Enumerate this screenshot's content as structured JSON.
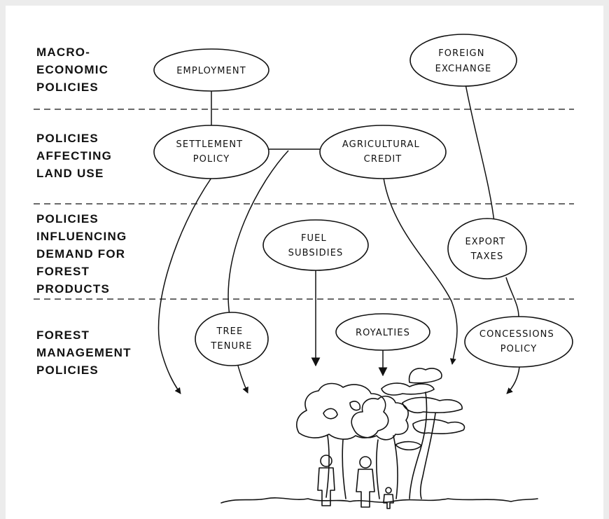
{
  "categories": {
    "macro": [
      "MACRO-",
      "ECONOMIC",
      "POLICIES"
    ],
    "land_use": [
      "POLICIES",
      "AFFECTING",
      "LAND USE"
    ],
    "demand": [
      "POLICIES",
      "INFLUENCING",
      "DEMAND FOR",
      "FOREST",
      "PRODUCTS"
    ],
    "management": [
      "FOREST",
      "MANAGEMENT",
      "POLICIES"
    ]
  },
  "nodes": {
    "employment": [
      "EMPLOYMENT"
    ],
    "foreign_exchange": [
      "FOREIGN",
      "EXCHANGE"
    ],
    "settlement_policy": [
      "SETTLEMENT",
      "POLICY"
    ],
    "agricultural_credit": [
      "AGRICULTURAL",
      "CREDIT"
    ],
    "fuel_subsidies": [
      "FUEL",
      "SUBSIDIES"
    ],
    "export_taxes": [
      "EXPORT",
      "TAXES"
    ],
    "tree_tenure": [
      "TREE",
      "TENURE"
    ],
    "royalties": [
      "ROYALTIES"
    ],
    "concessions_policy": [
      "CONCESSIONS",
      "POLICY"
    ]
  },
  "illustration": "forest-with-people"
}
